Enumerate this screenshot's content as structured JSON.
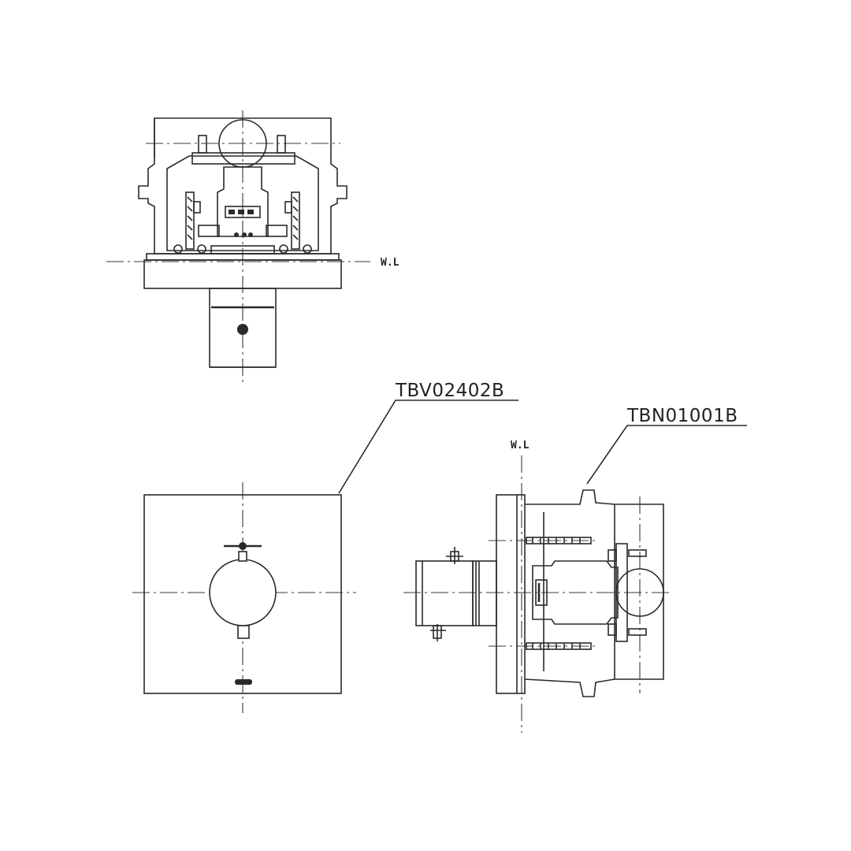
{
  "labels": {
    "part_top_left": "TBV02402B",
    "part_right": "TBN01001B",
    "water_level_top": "W.L",
    "water_level_side": "W.L"
  }
}
